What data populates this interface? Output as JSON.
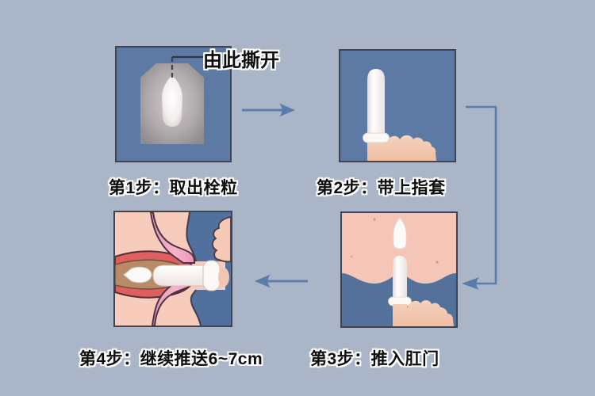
{
  "title": "suppository-usage-instructions",
  "colors": {
    "page_background": "#aab6c7",
    "panel_background_blue": "#5d7aa5",
    "panel_border": "#3f4450",
    "arrow_blue": "#5b7cab",
    "skin": "#f3cbb6",
    "flesh_pink": "#f5c6b7",
    "rectum_pink": "#f2a4c0",
    "lining_red": "#df5f5e",
    "canal_brown": "#b88b66",
    "cot_white": "#f9f6f4",
    "package_gray": "#a09a9c",
    "caption_text": "#0d0d0d",
    "caption_outline": "#ffffff"
  },
  "steps": [
    {
      "caption": "第1步：取出栓粒",
      "annotation": "由此撕开",
      "illustration": "suppository-in-package"
    },
    {
      "caption": "第2步：带上指套",
      "illustration": "finger-with-cot"
    },
    {
      "caption": "第3步：推入肛门",
      "illustration": "finger-pushing-suppository-into-anus"
    },
    {
      "caption": "第4步：继续推送6~7cm",
      "illustration": "cross-section-insertion-depth"
    }
  ],
  "arrows": [
    {
      "name": "arrow-step1-to-step2",
      "direction": "right"
    },
    {
      "name": "arrow-step2-to-step3",
      "direction": "down-then-left"
    },
    {
      "name": "arrow-step3-to-step4",
      "direction": "left"
    }
  ]
}
